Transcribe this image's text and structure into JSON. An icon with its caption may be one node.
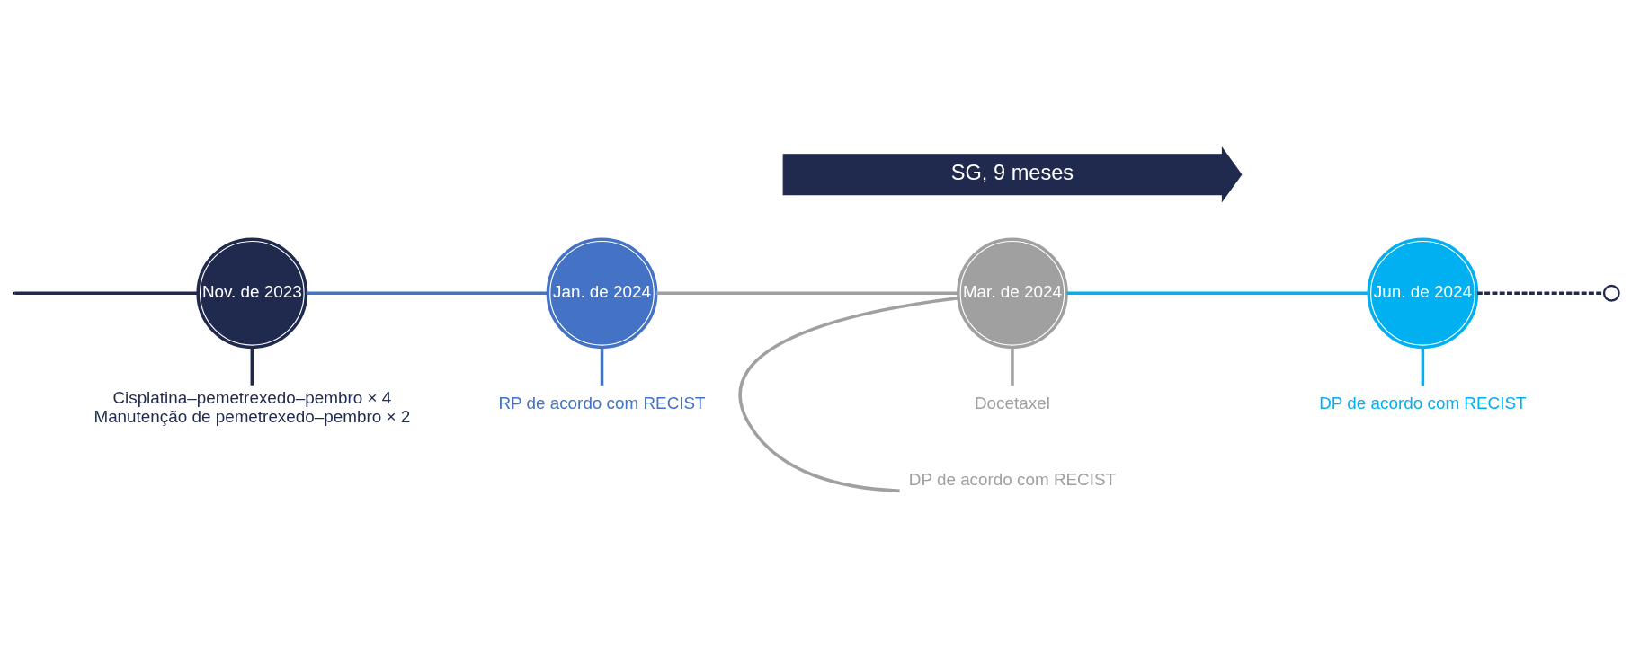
{
  "diagram": {
    "nodes": [
      {
        "text": [
          "Nov. de 2023"
        ]
      },
      {
        "text": [
          "Jan. de 2024"
        ]
      },
      {
        "text": [
          "Mar. de 2024"
        ]
      },
      {
        "text": [
          "Jun. de 2024"
        ]
      },
      {
        "text": [
          "RP de acordo com RECIST"
        ]
      },
      {
        "text": [
          "DP de acordo com RECIST"
        ]
      },
      {
        "text": [
          "DP de acordo com RECIST"
        ]
      },
      {
        "text": [
          "Cisplatina–pemetrexedo–pembro × 4",
          "Manutenção de pemetrexedo–pembro × 2"
        ]
      },
      {
        "text": [
          "Docetaxel"
        ]
      },
      {
        "text": [],
        "shape": "circle"
      },
      {
        "text": [
          "SG, 9 meses"
        ]
      }
    ],
    "edges": [
      {
        "from": null,
        "to": 0,
        "arrow": "none",
        "color": "#1f2a4e"
      },
      {
        "from": 0,
        "to": 1,
        "arrow": "none",
        "color": "#4472c4"
      },
      {
        "from": 1,
        "to": 2,
        "arrow": "none",
        "color": "#a0a0a0"
      },
      {
        "from": 2,
        "to": 3,
        "arrow": "none",
        "color": "#00b0f0"
      },
      {
        "from": 3,
        "to": 9,
        "arrow": "none",
        "style": "dashed",
        "color": "#1f2a4e"
      },
      {
        "from": 1,
        "to": 4,
        "arrow": "none",
        "color": "#4472c4"
      },
      {
        "from": 2,
        "to": 5,
        "arrow": "none",
        "color": "#a0a0a0"
      },
      {
        "from": 3,
        "to": 6,
        "arrow": "none",
        "color": "#00b0f0"
      },
      {
        "from": 0,
        "to": 7,
        "arrow": "none",
        "color": "#1f2a4e"
      },
      {
        "from": 2,
        "to": 8,
        "arrow": "none",
        "color": "#a0a0a0"
      }
    ]
  }
}
